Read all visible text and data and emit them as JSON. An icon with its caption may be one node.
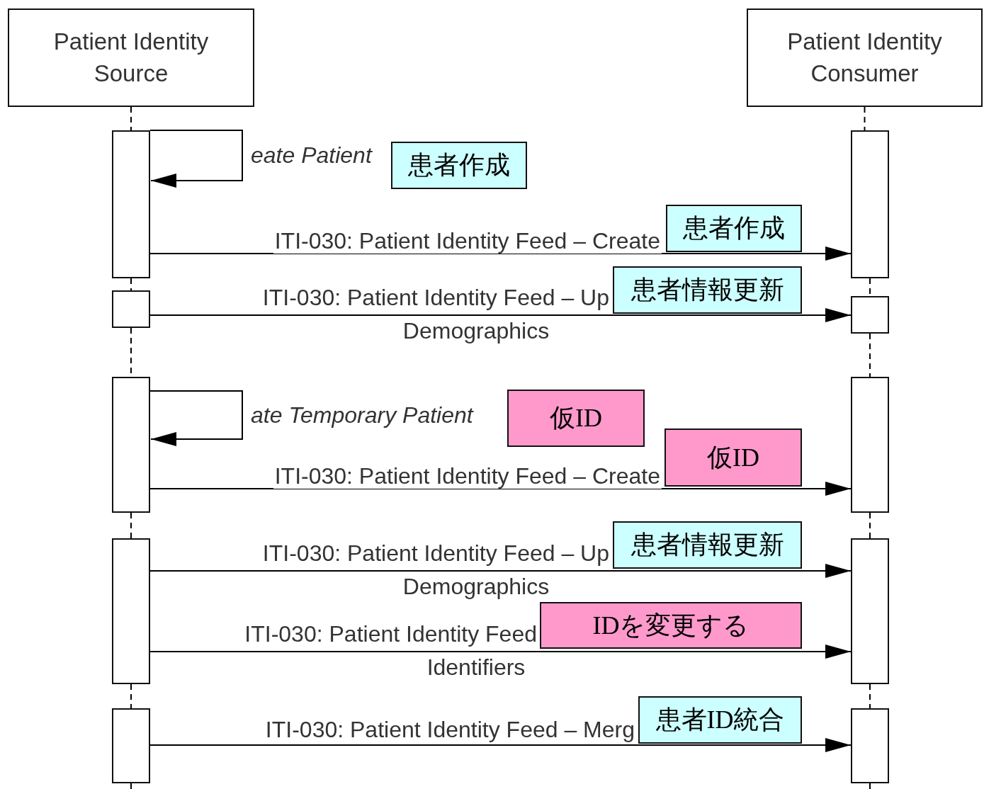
{
  "diagram": {
    "nodes": [
      {
        "text": [
          "Patient Identity Source"
        ]
      },
      {
        "text": [
          "Patient Identity Consumer"
        ]
      },
      {
        "text": [],
        "shape": "box"
      },
      {
        "text": [],
        "shape": "box"
      },
      {
        "text": [],
        "shape": "box"
      },
      {
        "text": [],
        "shape": "box"
      },
      {
        "text": [],
        "shape": "box"
      },
      {
        "text": [],
        "shape": "box"
      },
      {
        "text": [],
        "shape": "box"
      },
      {
        "text": [],
        "shape": "box"
      },
      {
        "text": [],
        "shape": "box"
      },
      {
        "text": [],
        "shape": "box"
      },
      {
        "text": [
          "患者作成"
        ]
      },
      {
        "text": [
          "患者作成"
        ]
      },
      {
        "text": [
          "患者情報更新"
        ]
      },
      {
        "text": [
          "仮ID"
        ]
      },
      {
        "text": [
          "仮ID"
        ]
      },
      {
        "text": [
          "患者情報更新"
        ]
      },
      {
        "text": [
          "IDを変更する"
        ]
      },
      {
        "text": [
          "患者ID統合"
        ]
      }
    ],
    "edges": [
      {
        "from": 2,
        "to": 2,
        "arrow": "to",
        "label": "eate Patient"
      },
      {
        "from": 2,
        "to": 3,
        "arrow": "to",
        "label": "ITI-030: Patient Identity Feed – Create"
      },
      {
        "from": 4,
        "to": 5,
        "arrow": "to",
        "label": "ITI-030: Patient Identity Feed – Up"
      },
      {
        "from": 6,
        "to": 6,
        "arrow": "to",
        "label": "ate Temporary Patient"
      },
      {
        "from": 6,
        "to": 7,
        "arrow": "to",
        "label": "ITI-030: Patient Identity Feed – Create"
      },
      {
        "from": 8,
        "to": 9,
        "arrow": "to",
        "label": "ITI-030: Patient Identity Feed – Up"
      },
      {
        "from": 8,
        "to": 9,
        "arrow": "to",
        "label": "ITI-030: Patient Identity Feed"
      },
      {
        "from": 10,
        "to": 11,
        "arrow": "to",
        "label": "ITI-030: Patient Identity Feed – Merg"
      },
      {
        "from": 0,
        "to": 2,
        "arrow": "none",
        "style": "dashed"
      },
      {
        "from": 2,
        "to": 4,
        "arrow": "none",
        "style": "dashed"
      },
      {
        "from": 4,
        "to": 6,
        "arrow": "none",
        "style": "dashed"
      },
      {
        "from": 6,
        "to": 8,
        "arrow": "none",
        "style": "dashed"
      },
      {
        "from": 8,
        "to": 10,
        "arrow": "none",
        "style": "dashed"
      },
      {
        "from": 10,
        "to": null,
        "arrow": "none",
        "style": "dashed"
      },
      {
        "from": 1,
        "to": 3,
        "arrow": "none",
        "style": "dashed"
      },
      {
        "from": 3,
        "to": 5,
        "arrow": "none",
        "style": "dashed"
      },
      {
        "from": 5,
        "to": 7,
        "arrow": "none",
        "style": "dashed"
      },
      {
        "from": 7,
        "to": 9,
        "arrow": "none",
        "style": "dashed"
      },
      {
        "from": 9,
        "to": 11,
        "arrow": "none",
        "style": "dashed"
      },
      {
        "from": 11,
        "to": null,
        "arrow": "none",
        "style": "dashed"
      }
    ],
    "labels": [
      "Demographics",
      "Demographics",
      "Identifiers"
    ]
  }
}
